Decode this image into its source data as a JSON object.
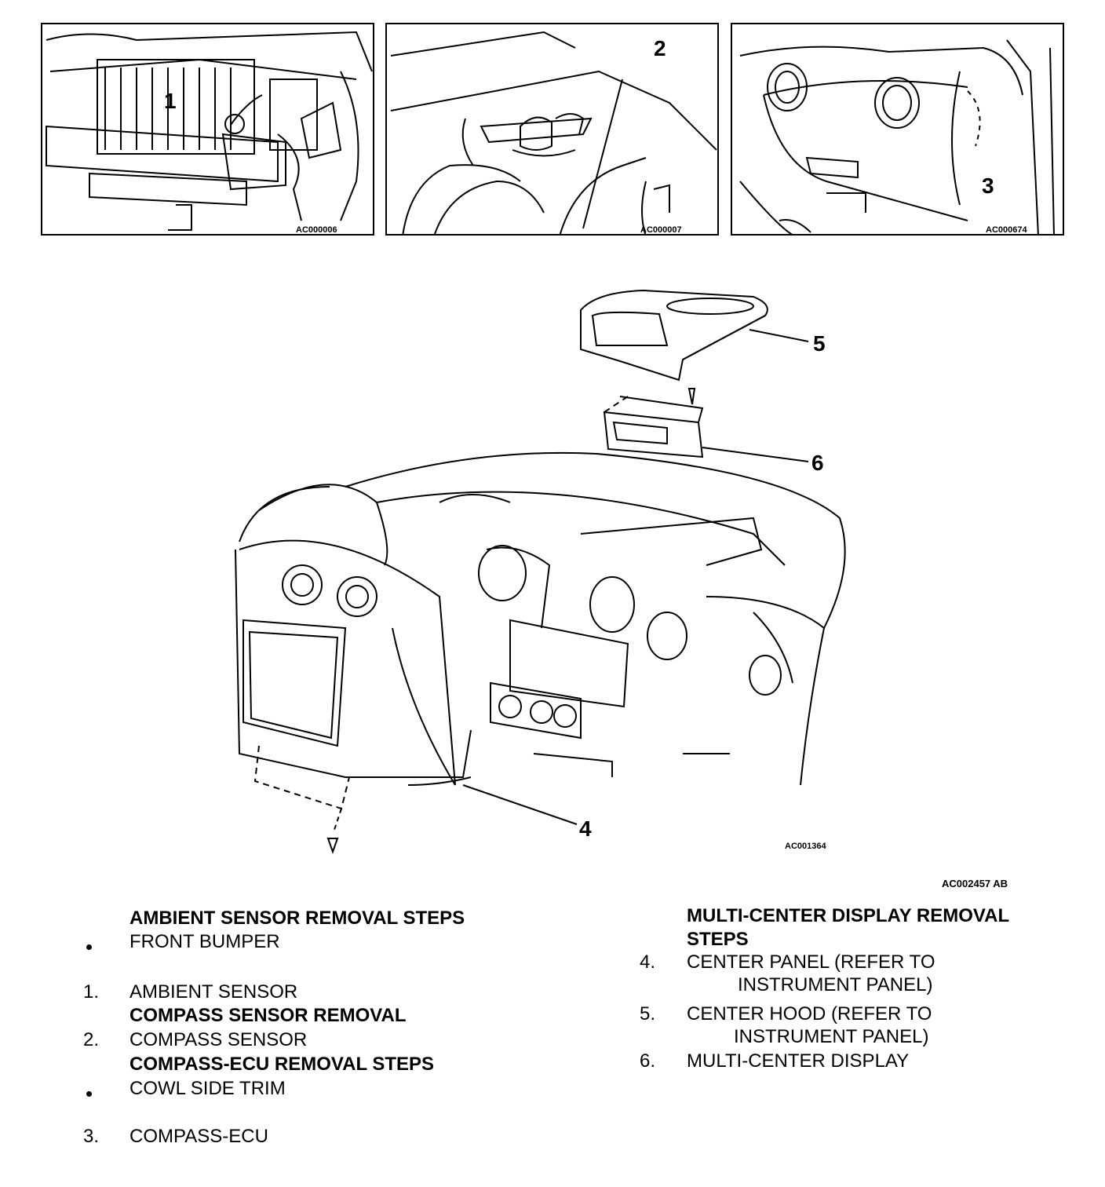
{
  "panels": [
    {
      "callout": "1",
      "code": "AC000006"
    },
    {
      "callout": "2",
      "code": "AC000007"
    },
    {
      "callout": "3",
      "code": "AC000674"
    }
  ],
  "main_figure": {
    "callouts": [
      "4",
      "5",
      "6"
    ],
    "code": "AC001364"
  },
  "figure_ref": "AC002457 AB",
  "left_column": {
    "ambient_heading": "AMBIENT SENSOR REMOVAL STEPS",
    "front_bumper": "FRONT BUMPER",
    "item1_num": "1.",
    "item1_label": "AMBIENT SENSOR",
    "compass_heading": "COMPASS SENSOR REMOVAL",
    "item2_num": "2.",
    "item2_label": "COMPASS SENSOR",
    "ecu_heading": "COMPASS-ECU REMOVAL STEPS",
    "cowl_trim": "COWL SIDE TRIM",
    "item3_num": "3.",
    "item3_label": "COMPASS-ECU"
  },
  "right_column": {
    "heading_line1": "MULTI-CENTER DISPLAY REMOVAL",
    "heading_line2": "STEPS",
    "item4_num": "4.",
    "item4_line1": "CENTER PANEL (REFER TO",
    "item4_line2": "INSTRUMENT PANEL)",
    "item5_num": "5.",
    "item5_line1": "CENTER HOOD (REFER TO",
    "item5_line2": "INSTRUMENT PANEL)",
    "item6_num": "6.",
    "item6_label": "MULTI-CENTER DISPLAY"
  }
}
